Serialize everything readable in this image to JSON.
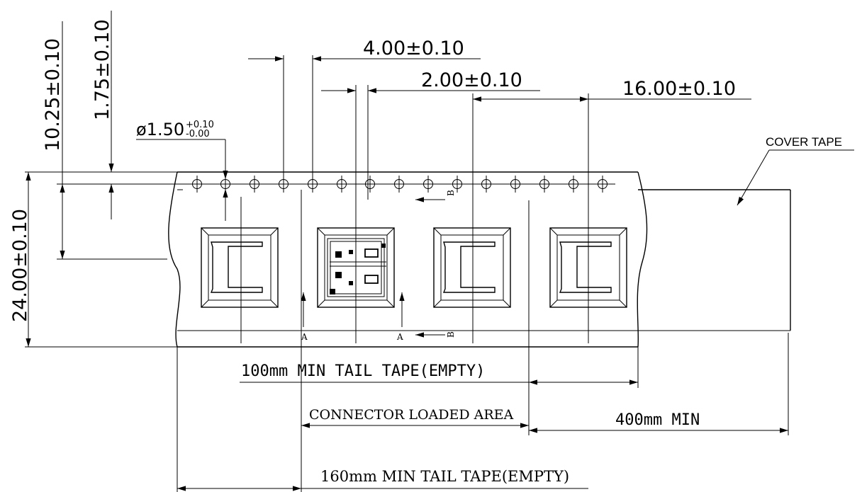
{
  "dims": {
    "pitch_4": "4.00±0.10",
    "pitch_2": "2.00±0.10",
    "pitch_16": "16.00±0.10",
    "hole_dia": "ø1.50",
    "hole_tol_plus": "+0.10",
    "hole_tol_minus": "-0.00",
    "offset_1025": "10.25±0.10",
    "offset_175": "1.75±0.10",
    "width_24": "24.00±0.10"
  },
  "labels": {
    "cover_tape": "COVER TAPE",
    "tail_100": "100mm MIN TAIL TAPE(EMPTY)",
    "loaded_area": "CONNECTOR LOADED AREA",
    "min_400": "400mm MIN",
    "tail_160": "160mm MIN TAIL TAPE(EMPTY)",
    "section_a": "A",
    "section_b": "B"
  }
}
